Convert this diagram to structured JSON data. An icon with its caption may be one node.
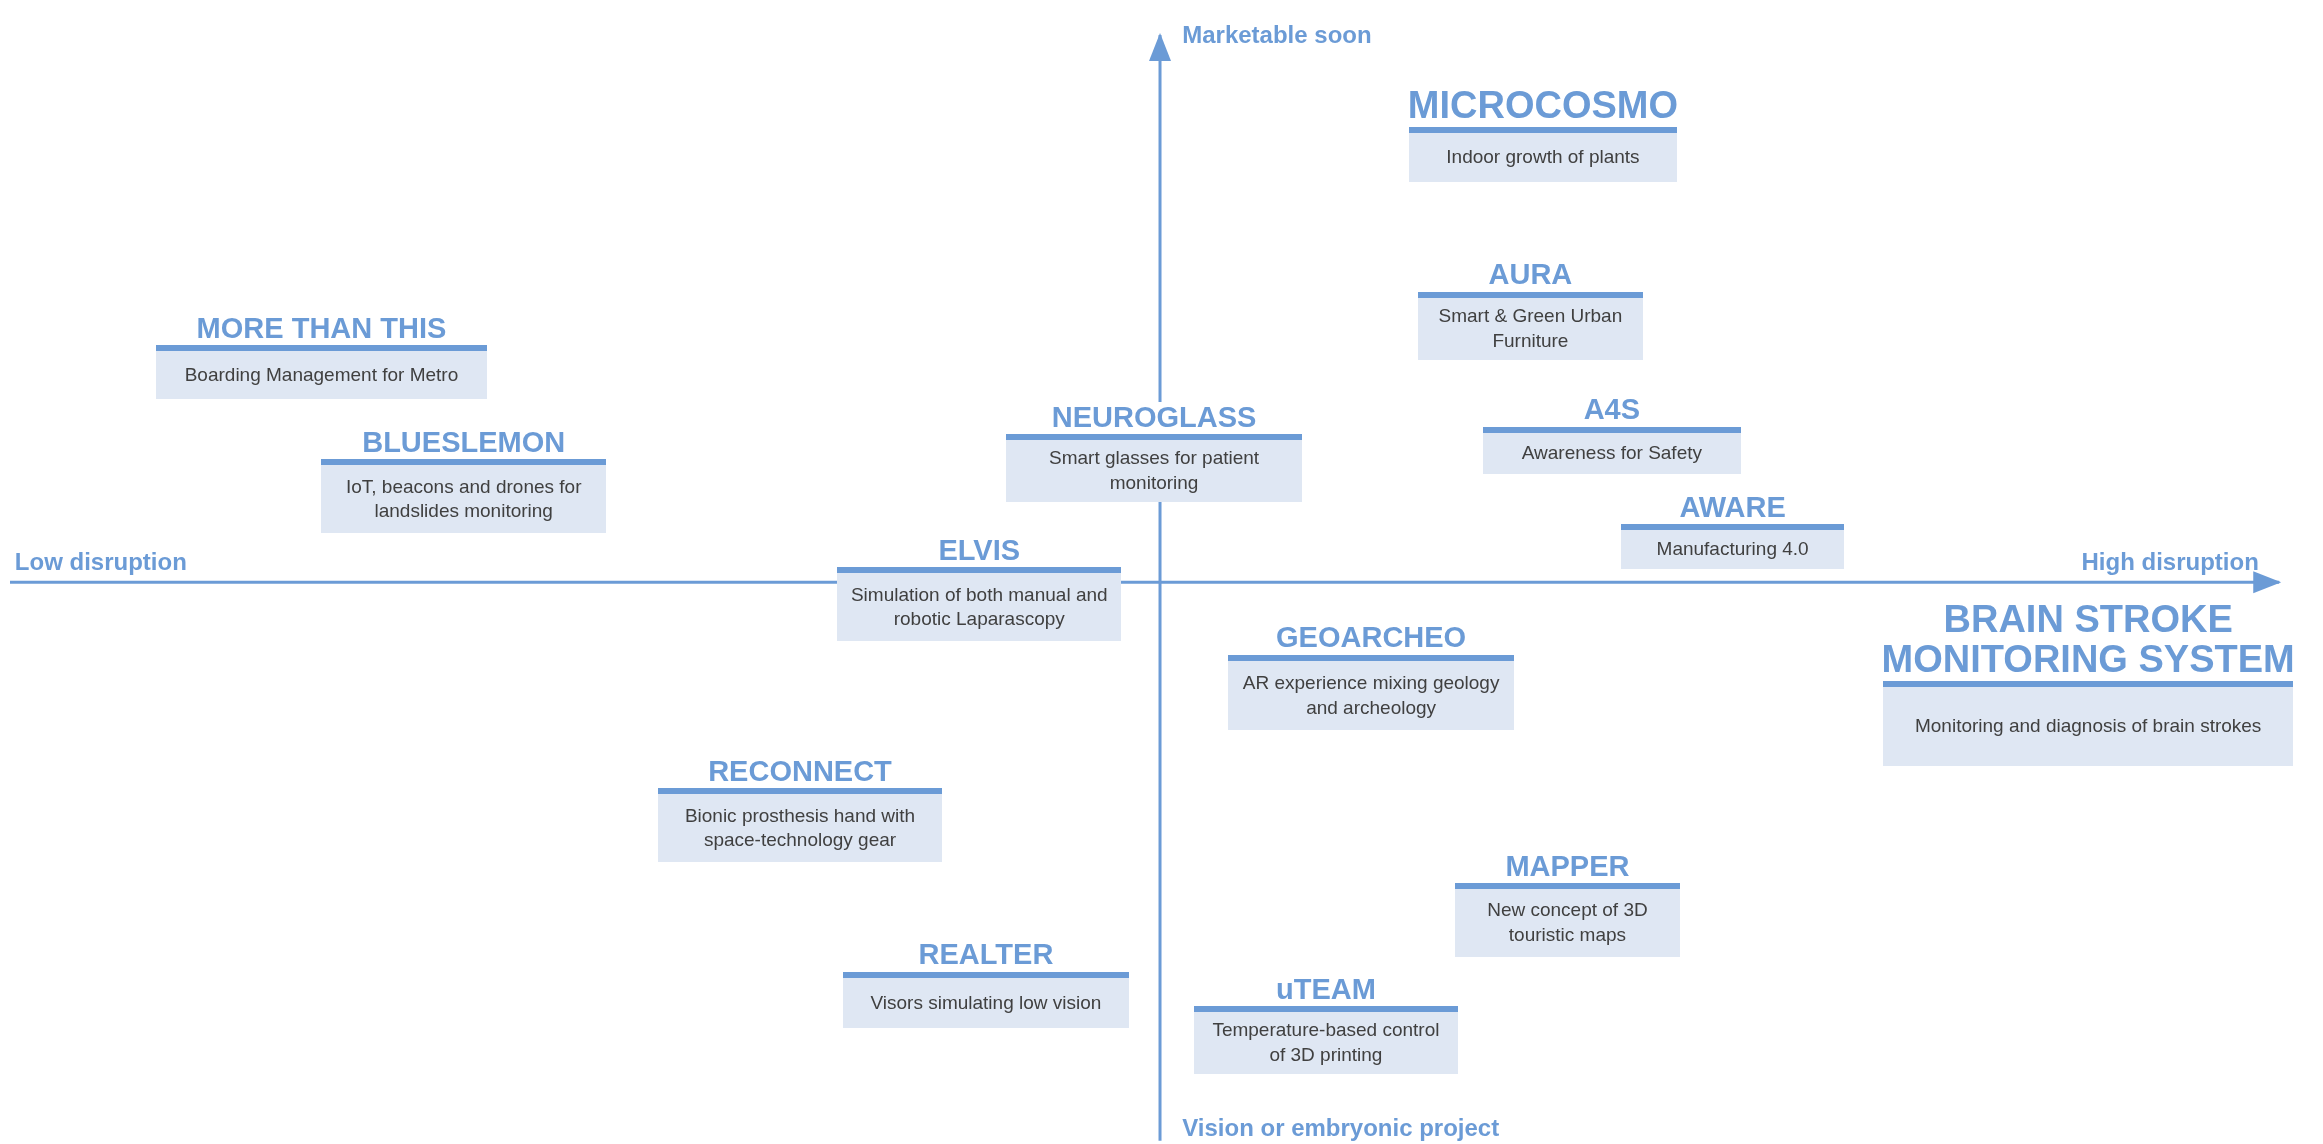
{
  "diagram": {
    "nodes": [
      {
        "text": [
          "MICROCOSMO",
          "Indoor growth of plants"
        ]
      },
      {
        "text": [
          "MORE THAN THIS",
          "Boarding Management for Metro"
        ]
      },
      {
        "text": [
          "AURA",
          "Smart & Green Urban Furniture"
        ]
      },
      {
        "text": [
          "NEUROGLASS",
          "Smart glasses for patient monitoring"
        ]
      },
      {
        "text": [
          "A4S",
          "Awareness for Safety"
        ]
      },
      {
        "text": [
          "BLUESLEMON",
          "IoT, beacons and drones for landslides monitoring"
        ]
      },
      {
        "text": [
          "AWARE",
          "Manufacturing 4.0"
        ]
      },
      {
        "text": [
          "ELVIS",
          "Simulation of both manual and robotic Laparascopy"
        ]
      },
      {
        "text": [
          "BRAIN STROKE MONITORING SYSTEM",
          "Monitoring and diagnosis of brain strokes"
        ]
      },
      {
        "text": [
          "GEOARCHEO",
          "AR experience mixing geology and archeology"
        ]
      },
      {
        "text": [
          "RECONNECT",
          "Bionic prosthesis hand with space-technology gear"
        ]
      },
      {
        "text": [
          "MAPPER",
          "New concept of 3D touristic maps"
        ]
      },
      {
        "text": [
          "REALTER",
          "Visors simulating low vision"
        ]
      },
      {
        "text": [
          "uTEAM",
          "Temperature-based control of 3D printing"
        ]
      }
    ],
    "labels": [
      "Marketable soon",
      "Low disruption",
      "High disruption",
      "Vision or embryonic project"
    ]
  }
}
